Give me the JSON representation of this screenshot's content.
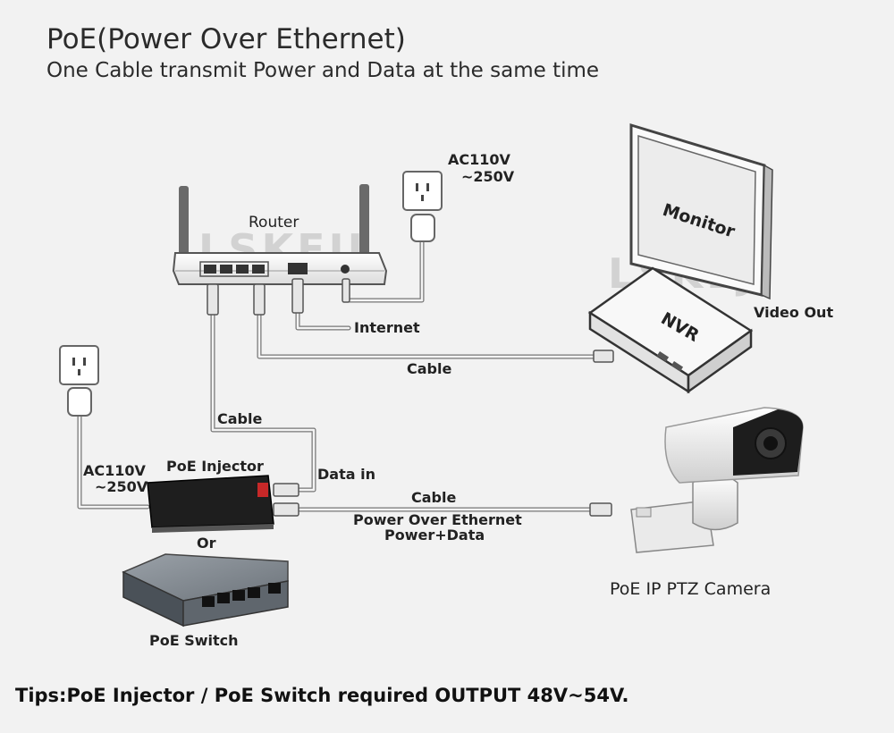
{
  "title": "PoE(Power Over Ethernet)",
  "subtitle": "One Cable transmit Power and Data at the same time",
  "watermark": "LSKEJI",
  "labels": {
    "router": "Router",
    "ac_top_line1": "AC110V",
    "ac_top_line2": "~250V",
    "monitor": "Monitor",
    "nvr": "NVR",
    "video_out": "Video Out",
    "internet": "Internet",
    "cable_nvr": "Cable",
    "cable_vertical": "Cable",
    "ac_left_line1": "AC110V",
    "ac_left_line2": "~250V",
    "poe_injector": "PoE Injector",
    "data_in": "Data in",
    "cable_camera": "Cable",
    "poe_line1": "Power Over Ethernet",
    "poe_line2": "Power+Data",
    "or": "Or",
    "poe_switch": "PoE Switch",
    "camera": "PoE IP PTZ Camera"
  },
  "tips": "Tips:PoE Injector / PoE Switch required OUTPUT 48V~54V."
}
